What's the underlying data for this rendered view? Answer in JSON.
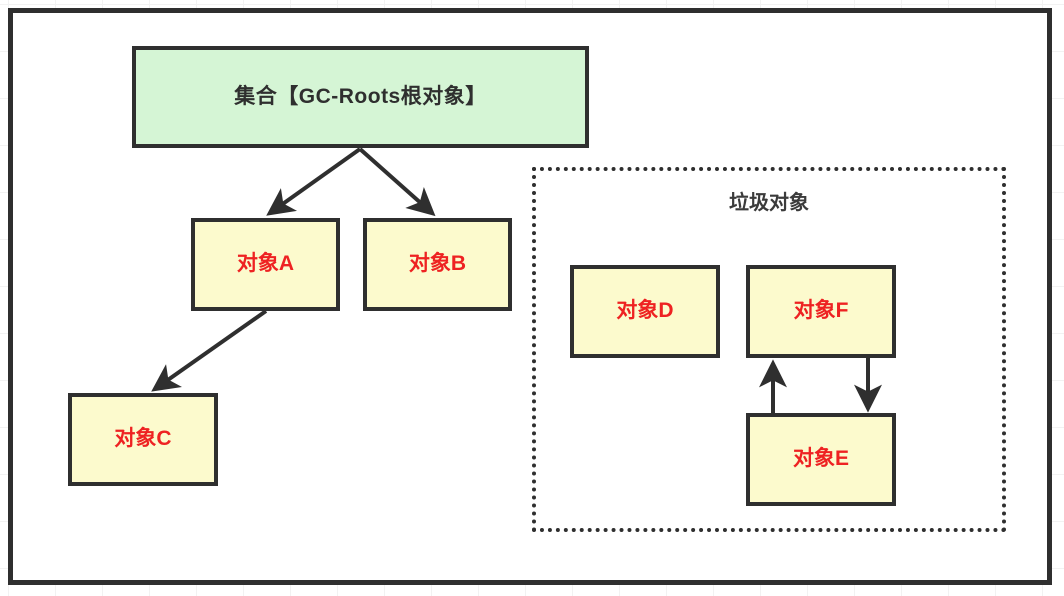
{
  "diagram": {
    "title_text": "",
    "colors": {
      "root_fill": "#d5f5d5",
      "object_fill": "#fcfacd",
      "stroke": "#2f2f2f",
      "object_text": "#ee2222",
      "group_text": "#3b3b3b",
      "canvas_background": "#ffffff",
      "grid_line": "#f2f2f2"
    },
    "root": {
      "label": "集合【GC-Roots根对象】"
    },
    "group": {
      "label": "垃圾对象"
    },
    "nodes": [
      {
        "id": "A",
        "label": "对象A"
      },
      {
        "id": "B",
        "label": "对象B"
      },
      {
        "id": "C",
        "label": "对象C"
      },
      {
        "id": "D",
        "label": "对象D"
      },
      {
        "id": "F",
        "label": "对象F"
      },
      {
        "id": "E",
        "label": "对象E"
      }
    ],
    "edges": [
      {
        "from": "root",
        "to": "A"
      },
      {
        "from": "root",
        "to": "B"
      },
      {
        "from": "A",
        "to": "C"
      },
      {
        "from": "E",
        "to": "F"
      },
      {
        "from": "F",
        "to": "E"
      }
    ]
  }
}
